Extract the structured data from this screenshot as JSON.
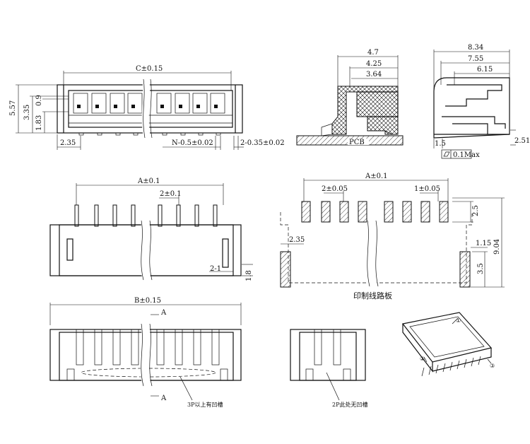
{
  "labels": {
    "c_dim": "C±0.15",
    "h_557": "5.57",
    "h_355": "3.35",
    "h_183": "1.83",
    "h_09": "0.9",
    "w_235": "2.35",
    "n_pitch": "N-0.5±0.02",
    "two_035": "2-0.35±0.02",
    "s_47": "4.7",
    "s_425": "4.25",
    "s_364": "3.64",
    "pcb": "PCB",
    "s_834": "8.34",
    "s_755": "7.55",
    "s_615": "6.15",
    "s_15": "1.5",
    "s_251": "2.51",
    "flatness": "0.1Max",
    "a_top": "A±0.1",
    "p2_01": "2±0.1",
    "two_one": "2-1",
    "h_18": "1.8",
    "a_pcb": "A±0.1",
    "p2_005": "2±0.05",
    "p1_005": "1±0.05",
    "h_25": "2.5",
    "w_235b": "2.35",
    "h_904": "9.04",
    "h_115": "1.15",
    "h_35": "3.5",
    "pcb_layout": "印制线路板",
    "b_dim": "B±0.15",
    "sec_a1": "A",
    "sec_a2": "A",
    "note_3p": "3P以上有凹槽",
    "note_2p": "2P此处无凹槽",
    "callout_1": "①",
    "callout_2": "②",
    "callout_3": "③"
  }
}
